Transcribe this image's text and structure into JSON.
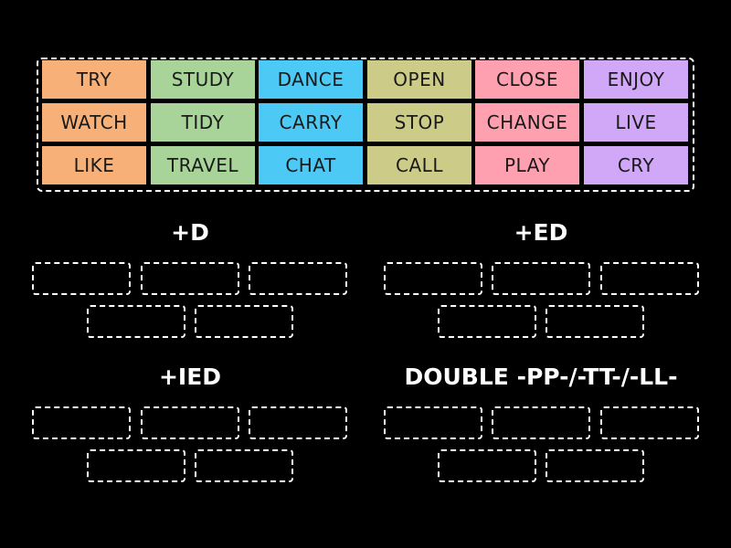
{
  "word_bank": {
    "rows": [
      [
        {
          "label": "TRY",
          "color": "#f7b077"
        },
        {
          "label": "STUDY",
          "color": "#a8d49a"
        },
        {
          "label": "DANCE",
          "color": "#4cc9f5"
        },
        {
          "label": "OPEN",
          "color": "#cccc88"
        },
        {
          "label": "CLOSE",
          "color": "#ffa0b0"
        },
        {
          "label": "ENJOY",
          "color": "#d0a8f7"
        }
      ],
      [
        {
          "label": "WATCH",
          "color": "#f7b077"
        },
        {
          "label": "TIDY",
          "color": "#a8d49a"
        },
        {
          "label": "CARRY",
          "color": "#4cc9f5"
        },
        {
          "label": "STOP",
          "color": "#cccc88"
        },
        {
          "label": "CHANGE",
          "color": "#ffa0b0"
        },
        {
          "label": "LIVE",
          "color": "#d0a8f7"
        }
      ],
      [
        {
          "label": "LIKE",
          "color": "#f7b077"
        },
        {
          "label": "TRAVEL",
          "color": "#a8d49a"
        },
        {
          "label": "CHAT",
          "color": "#4cc9f5"
        },
        {
          "label": "CALL",
          "color": "#cccc88"
        },
        {
          "label": "PLAY",
          "color": "#ffa0b0"
        },
        {
          "label": "CRY",
          "color": "#d0a8f7"
        }
      ]
    ]
  },
  "groups": [
    {
      "title": "+D",
      "slot_count": 5
    },
    {
      "title": "+ED",
      "slot_count": 5
    },
    {
      "title": "+IED",
      "slot_count": 5
    },
    {
      "title": "DOUBLE -PP-/-TT-/-LL-",
      "slot_count": 5
    }
  ]
}
